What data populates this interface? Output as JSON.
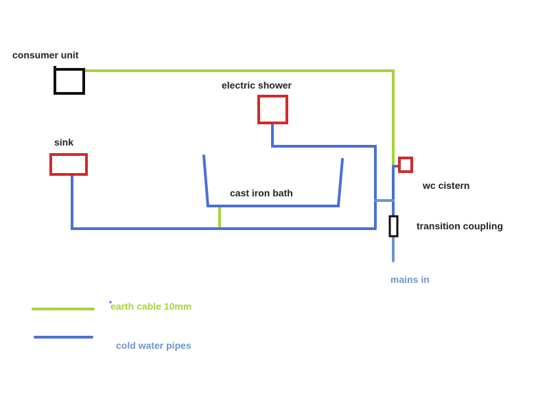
{
  "labels": {
    "consumer_unit": "consumer unit",
    "electric_shower": "electric shower",
    "sink": "sink",
    "cast_iron_bath": "cast iron bath",
    "wc_cistern": "wc cistern",
    "transition_coupling": "transition coupling",
    "mains_in": "mains in"
  },
  "legend": {
    "earth": "earth cable 10mm",
    "water": "cold water pipes"
  },
  "colors": {
    "earth_cable": "#a8d23a",
    "cold_water_pipe": "#4a70d4",
    "mains_pipe": "#6f95c8",
    "fixture_box": "#d42a2a",
    "consumer_unit_box": "#111111"
  }
}
